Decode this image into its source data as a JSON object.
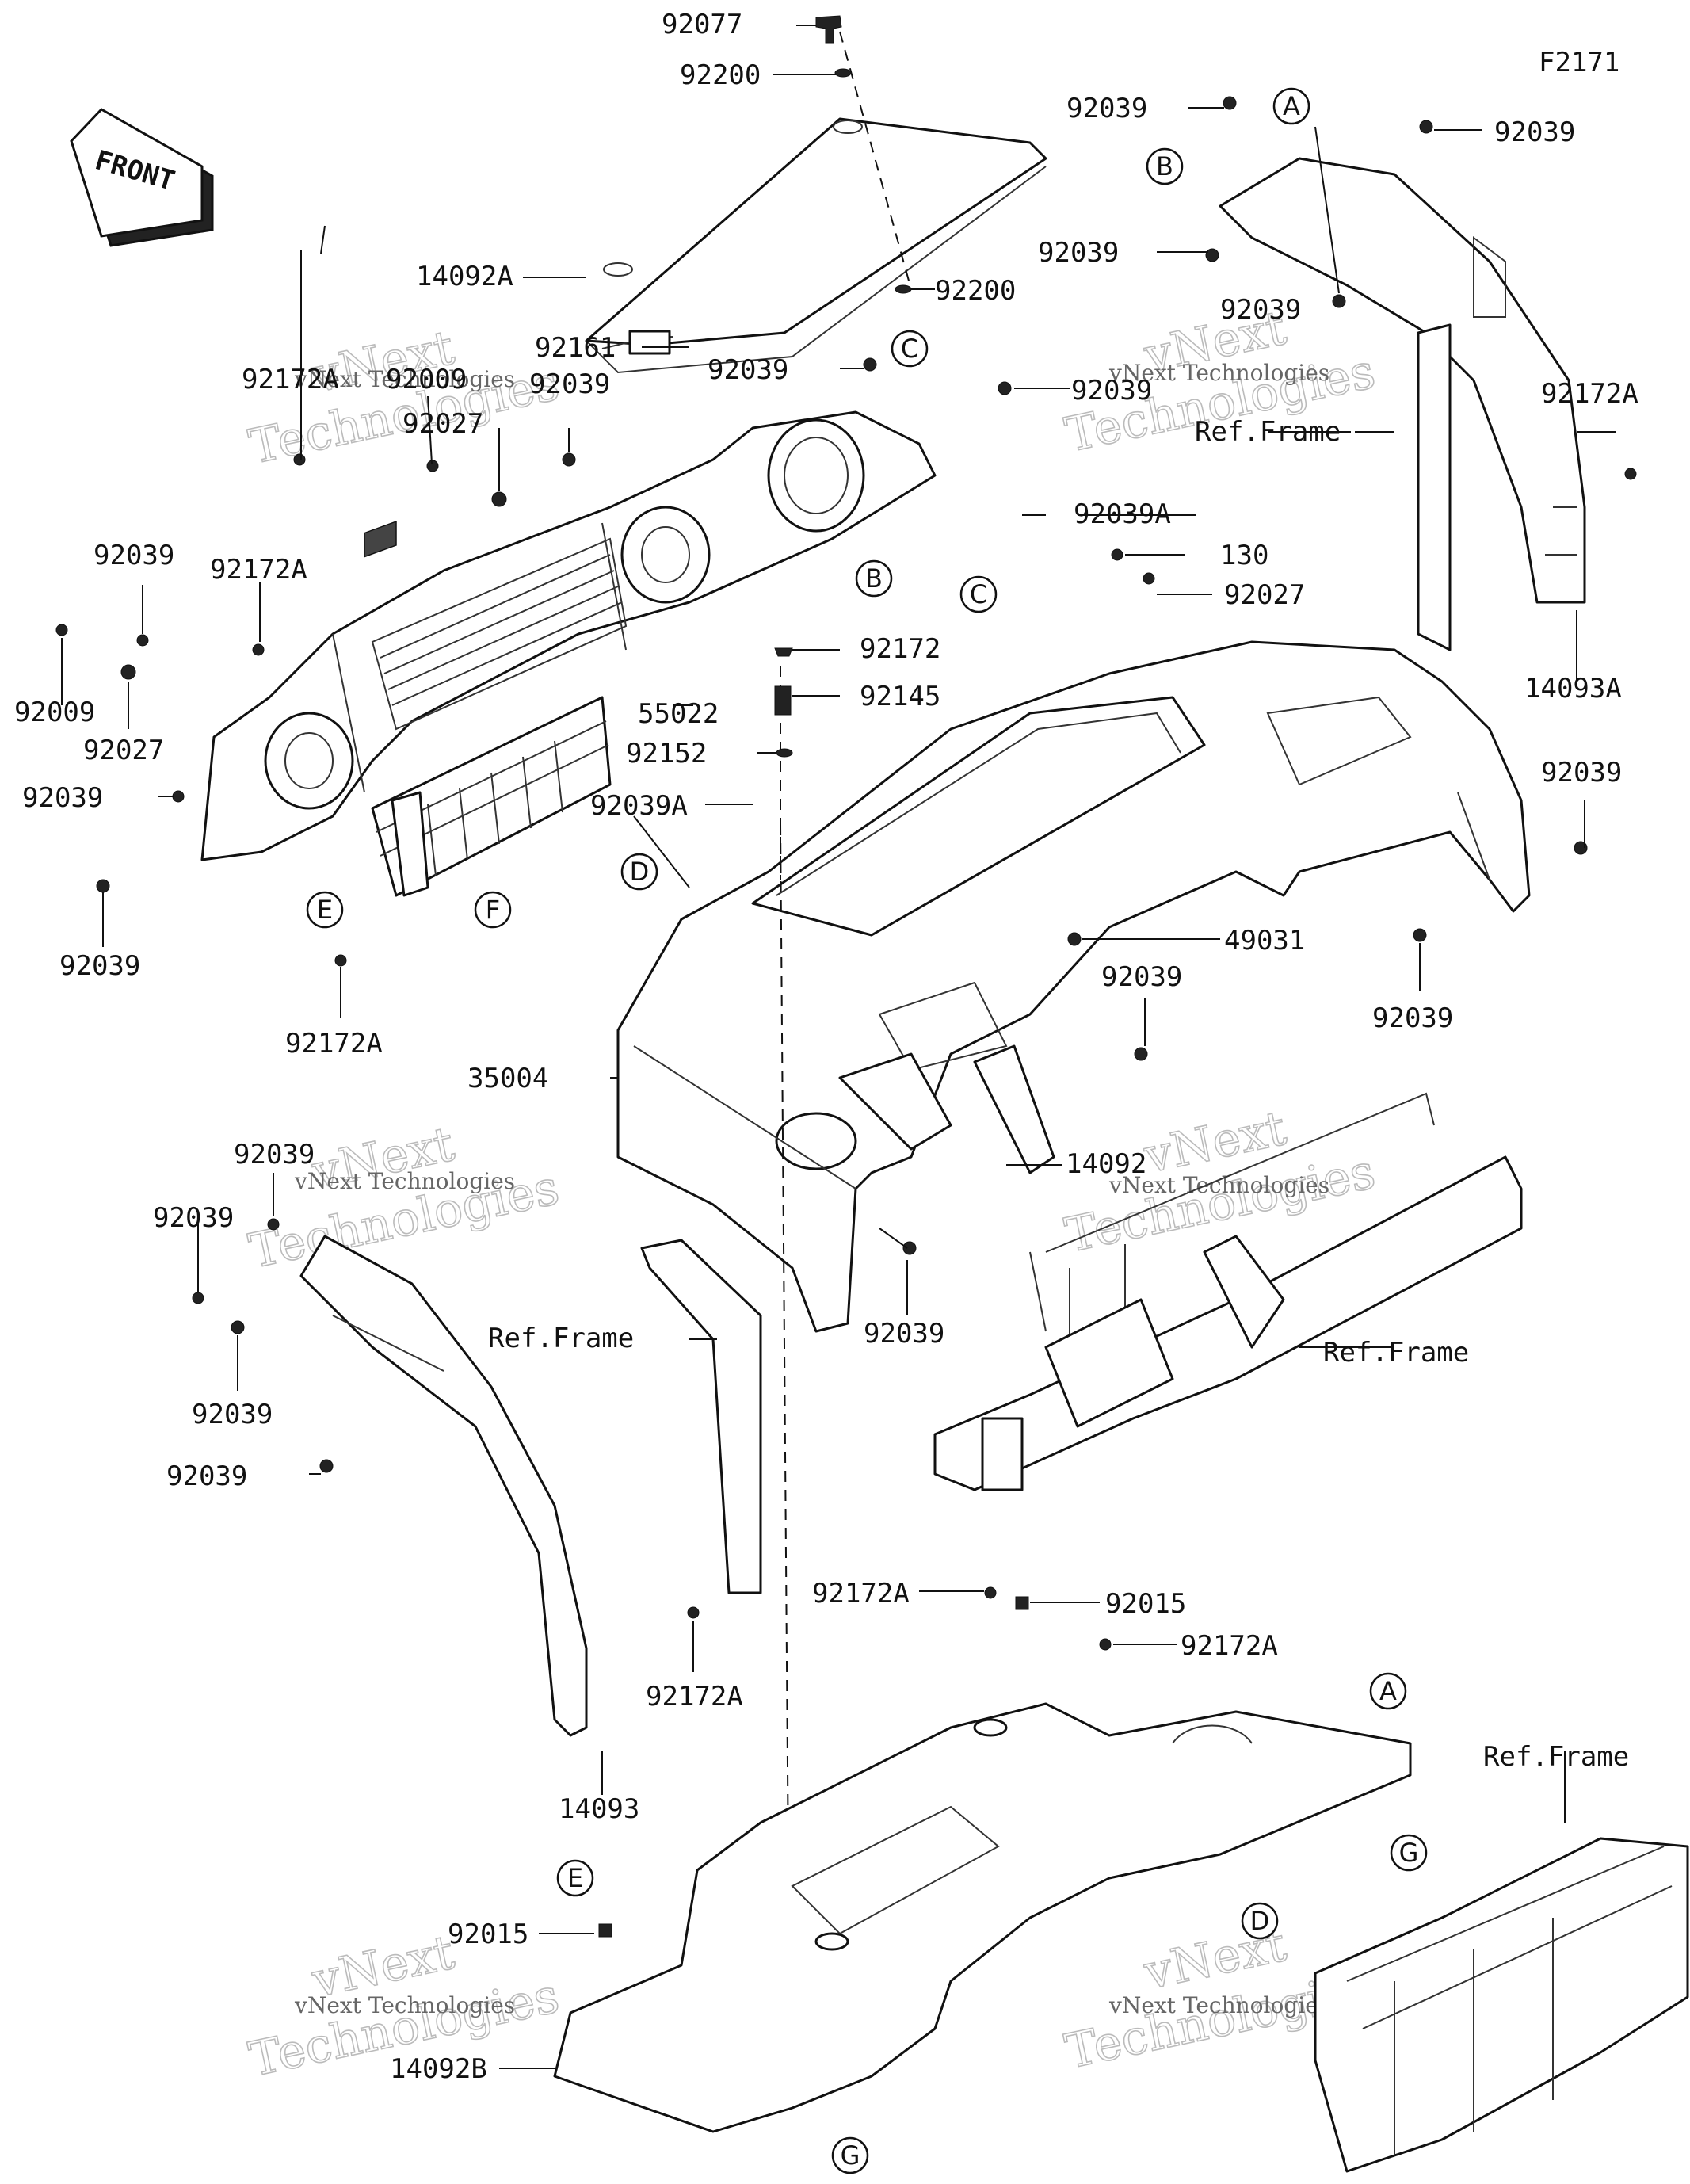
{
  "figure_code": "F2171",
  "front_label": "FRONT",
  "watermark": {
    "line1": "vNext",
    "line2": "Technologies",
    "caption": "vNext Technologies"
  },
  "ref_frame_label": "Ref.Frame",
  "part_labels": {
    "p92077": "92077",
    "p92200a": "92200",
    "p92200b": "92200",
    "p14092A": "14092A",
    "p92161": "92161",
    "p92039_top_left": "92039",
    "p92039_rack_top": "92039",
    "p92039_rf_1": "92039",
    "p92039_rf_2": "92039",
    "p92039_rf_3": "92039",
    "p92039_rf_4": "92039",
    "p92172A_l1": "92172A",
    "p92009_l1": "92009",
    "p92027_l1": "92027",
    "p92039_l1": "92039",
    "p92039A_top": "92039A",
    "p130": "130",
    "p92027_mid": "92027",
    "p92172A_rf": "92172A",
    "p14093A": "14093A",
    "p92039_l2": "92039",
    "p92172A_l2": "92172A",
    "p92009_l2": "92009",
    "p92027_l2": "92027",
    "p92039_l3": "92039",
    "p92039_l4": "92039",
    "p92172A_l3": "92172A",
    "p55022": "55022",
    "p92172": "92172",
    "p92145": "92145",
    "p92152": "92152",
    "p92039A_mid": "92039A",
    "p49031": "49031",
    "p92039_mid": "92039",
    "p92039_right": "92039",
    "p92039_right2": "92039",
    "p35004": "35004",
    "p14092": "14092",
    "p92039_body_low": "92039",
    "p92039_lf_1": "92039",
    "p92039_lf_2": "92039",
    "p92039_lf_3": "92039",
    "p92039_lf_4": "92039",
    "p92172A_lf": "92172A",
    "p14093": "14093",
    "p92172A_floor1": "92172A",
    "p92015_a": "92015",
    "p92172A_floor2": "92172A",
    "p92015_b": "92015",
    "p14092B": "14092B"
  },
  "callouts": {
    "A_top": "A",
    "B_top": "B",
    "C_top": "C",
    "B_mid": "B",
    "C_mid": "C",
    "D_mid": "D",
    "E_mid": "E",
    "F_mid": "F",
    "A_low": "A",
    "E_low": "E",
    "G_low": "G",
    "D_low": "D",
    "G_right": "G"
  }
}
